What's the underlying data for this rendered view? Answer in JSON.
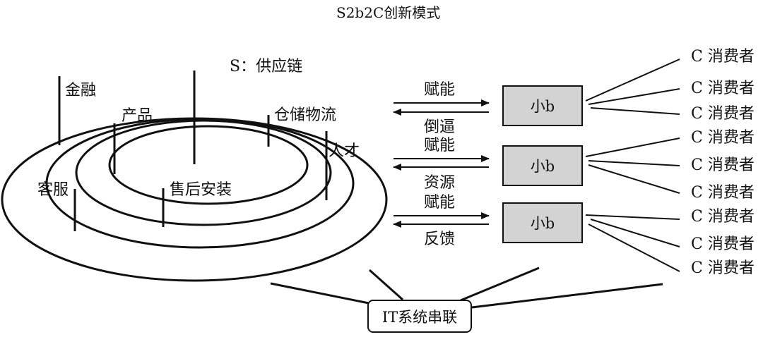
{
  "title": "S2b2C创新模式",
  "supply_chain": {
    "center": "S：供应链",
    "services": {
      "finance": "金融",
      "product": "产品",
      "warehouse_logistics": "仓储物流",
      "talent": "人才",
      "customer_service": "客服",
      "after_sales_install": "售后安装"
    }
  },
  "flows": [
    {
      "top": "赋能",
      "bottom": "倒逼"
    },
    {
      "top": "赋能",
      "bottom": "资源"
    },
    {
      "top": "赋能",
      "bottom": "反馈"
    }
  ],
  "small_b": [
    "小b",
    "小b",
    "小b"
  ],
  "consumers": [
    "C 消费者",
    "C 消费者",
    "C 消费者",
    "C 消费者",
    "C 消费者",
    "C 消费者",
    "C 消费者",
    "C 消费者",
    "C 消费者"
  ],
  "it_link": "IT系统串联",
  "colors": {
    "line": "#111111",
    "box_fill": "#d3d3d3",
    "background": "#ffffff"
  }
}
